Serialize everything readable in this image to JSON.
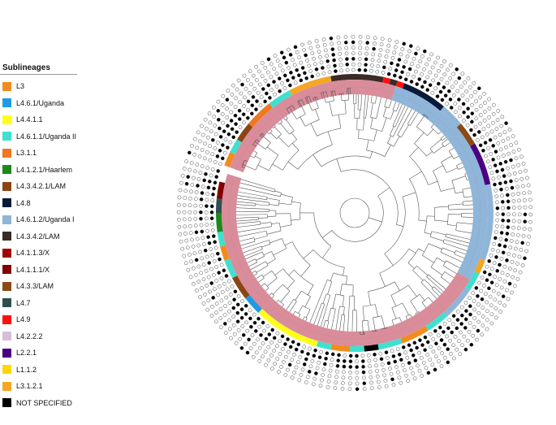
{
  "legend": {
    "title": "Sublineages",
    "items": [
      {
        "label": "L3",
        "color": "#f28c1e"
      },
      {
        "label": "L4.6.1/Uganda",
        "color": "#1e9be6"
      },
      {
        "label": "L4.4.1.1",
        "color": "#ffff19"
      },
      {
        "label": "L4.6.1.1/Uganda II",
        "color": "#40e0d0"
      },
      {
        "label": "L3.1.1",
        "color": "#f07820"
      },
      {
        "label": "L4.1.2.1/Haarlem",
        "color": "#1a8a1a"
      },
      {
        "label": "L4.3.4.2.1/LAM",
        "color": "#8b4513"
      },
      {
        "label": "L4.8",
        "color": "#0a1a3a"
      },
      {
        "label": "L4.6.1.2/Uganda I",
        "color": "#8fb5d9"
      },
      {
        "label": "L4.3.4.2/LAM",
        "color": "#3b2a26"
      },
      {
        "label": "L4.1.1.3/X",
        "color": "#a00000"
      },
      {
        "label": "L4.1.1.1/X",
        "color": "#800000"
      },
      {
        "label": "L4.3.3/LAM",
        "color": "#8b4a13"
      },
      {
        "label": "L4.7",
        "color": "#2f4f4f"
      },
      {
        "label": "L4.9",
        "color": "#ff1010"
      },
      {
        "label": "L4.2.2.2",
        "color": "#d8bfd8"
      },
      {
        "label": "L2.2.1",
        "color": "#4b0082"
      },
      {
        "label": "L1.1.2",
        "color": "#ffd700"
      },
      {
        "label": "L3.1.2.1",
        "color": "#f5a623"
      },
      {
        "label": "NOT SPECIFIED",
        "color": "#000000"
      }
    ]
  },
  "colors": {
    "branch": "#555555",
    "label_band_pink": "#d98c9a",
    "label_band_blue": "#8fb5d9",
    "dot_filled": "#000000",
    "dot_empty": "#ffffff"
  }
}
